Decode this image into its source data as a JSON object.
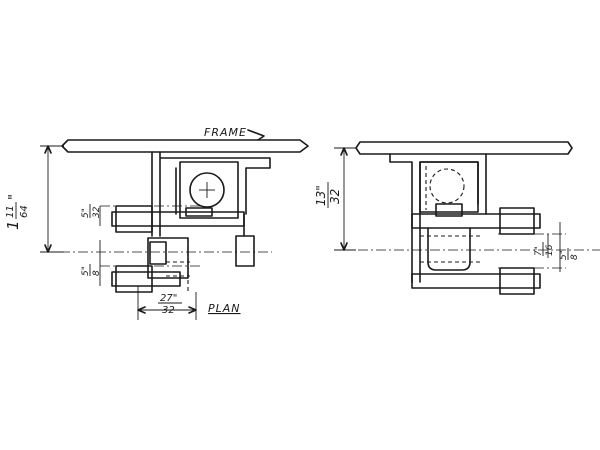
{
  "labels": {
    "frame": "FRAME",
    "plan": "PLAN"
  },
  "dimensions": {
    "left_height": {
      "whole": "1",
      "num": "11",
      "den": "64",
      "unit": "\""
    },
    "upper_offset": {
      "num": "5\"",
      "den": "32"
    },
    "lower_offset": {
      "num": "5\"",
      "den": "8"
    },
    "bottom_width": {
      "num": "27\"",
      "den": "32"
    },
    "right_height": {
      "num": "13\"",
      "den": "32"
    },
    "right_small_a": {
      "num": "7\"",
      "den": "16"
    },
    "right_small_b": {
      "num": "5\"",
      "den": "8"
    }
  }
}
